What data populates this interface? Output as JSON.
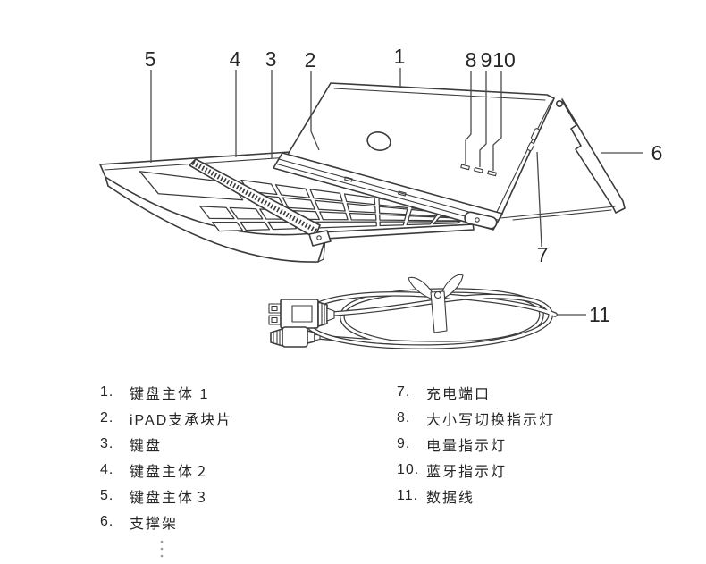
{
  "callouts": {
    "c1": "1",
    "c2": "2",
    "c3": "3",
    "c4": "4",
    "c5": "5",
    "c6": "6",
    "c7": "7",
    "c8": "8",
    "c9": "9",
    "c10": "10",
    "c11": "11"
  },
  "legend": {
    "left": [
      {
        "num": "1.",
        "label": "键盘主体 1"
      },
      {
        "num": "2.",
        "label": "iPAD支承块片"
      },
      {
        "num": "3.",
        "label": "键盘"
      },
      {
        "num": "4.",
        "label": "键盘主体２"
      },
      {
        "num": "5.",
        "label": "键盘主体３"
      },
      {
        "num": "6.",
        "label": "支撑架"
      }
    ],
    "right": [
      {
        "num": "7.",
        "label": "充电端口"
      },
      {
        "num": "8.",
        "label": "大小写切换指示灯"
      },
      {
        "num": "9.",
        "label": "电量指示灯"
      },
      {
        "num": "10.",
        "label": "蓝牙指示灯"
      },
      {
        "num": "11.",
        "label": "数据线"
      }
    ]
  },
  "colors": {
    "line": "#3b3b3b",
    "leader": "#4a4a4a",
    "text": "#262626",
    "background": "#ffffff"
  }
}
